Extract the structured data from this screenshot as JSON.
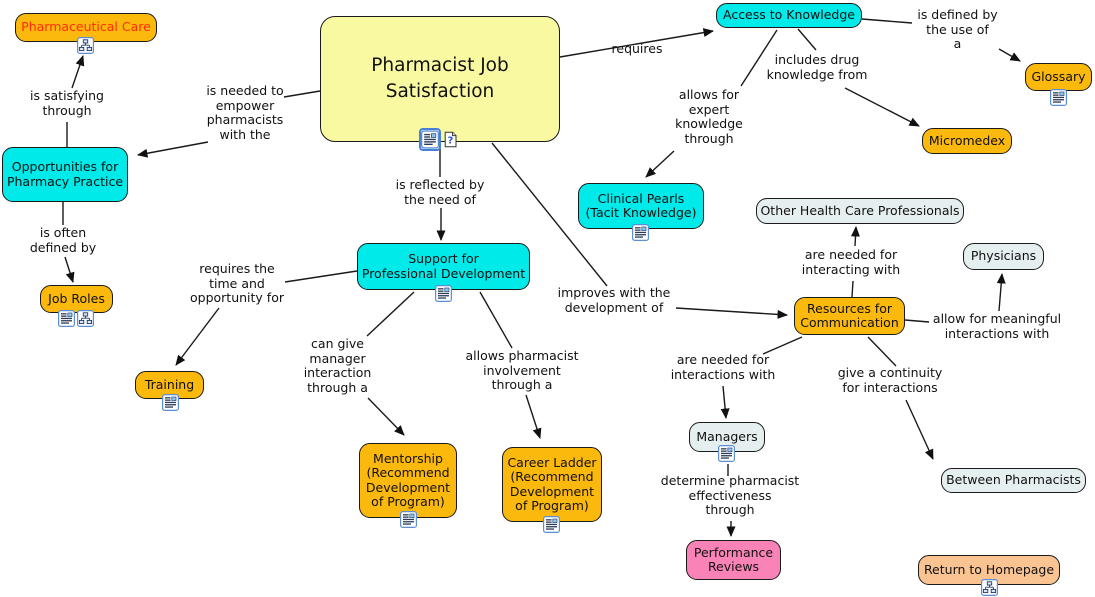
{
  "app": {
    "title": "Pharmacist Job Satisfaction Concept Map"
  },
  "colors": {
    "node-orange": "#FBB80D",
    "node-cyan": "#00EAEA",
    "node-yellow": "#F9F9A2",
    "node-light": "#E6EFF0",
    "node-pink": "#F983B7",
    "node-peach": "#F9C491",
    "node-border": "#1A1A1A",
    "text-dark": "#111111",
    "text-red": "#FF2E00",
    "icon-blue": "#4A7FD6",
    "wire": "#1A1A1A"
  },
  "nodes": {
    "pharmaceutical_care": "Pharmaceutical Care",
    "main": "Pharmacist Job\nSatisfaction",
    "access_to_knowledge": "Access to Knowledge",
    "glossary": "Glossary",
    "micromedex": "Micromedex",
    "opportunities": "Opportunities for\nPharmacy Practice",
    "job_roles": "Job Roles",
    "training": "Training",
    "support": "Support for\nProfessional Development",
    "clinical_pearls": "Clinical Pearls\n(Tacit Knowledge)",
    "other_hcp": "Other Health Care Professionals",
    "physicians": "Physicians",
    "resources": "Resources for\nCommunication",
    "managers": "Managers",
    "mentorship": "Mentorship\n(Recommend\nDevelopment\nof Program)",
    "career_ladder": "Career Ladder\n(Recommend\nDevelopment\nof Program)",
    "performance_reviews": "Performance\nReviews",
    "between_pharmacists": "Between Pharmacists",
    "return_homepage": "Return to Homepage"
  },
  "links": {
    "satisfying": "is satisfying\nthrough",
    "empower": "is needed to\nempower\npharmacists\nwith the",
    "requires": "requires",
    "defined_use": "is defined by\nthe use of\na",
    "includes_drug": "includes drug\nknowledge from",
    "allows_expert": "allows for\nexpert\nknowledge\nthrough",
    "often_defined": "is often\ndefined by",
    "reflected": "is reflected by\nthe need of",
    "time_opportunity": "requires the\ntime and\nopportunity for",
    "can_give": "can give\nmanager\ninteraction\nthrough a",
    "allows_involvement": "allows pharmacist\ninvolvement\nthrough a",
    "improves": "improves with the\ndevelopment of",
    "needed_interacting": "are needed for\ninteracting with",
    "meaningful": "allow for meaningful\ninteractions with",
    "needed_interactions": "are needed for\ninteractions with",
    "continuity": "give a continuity\nfor interactions",
    "determine": "determine pharmacist\neffectiveness\nthrough"
  },
  "icons": [
    "article-icon",
    "hierarchy-icon",
    "question-icon"
  ]
}
